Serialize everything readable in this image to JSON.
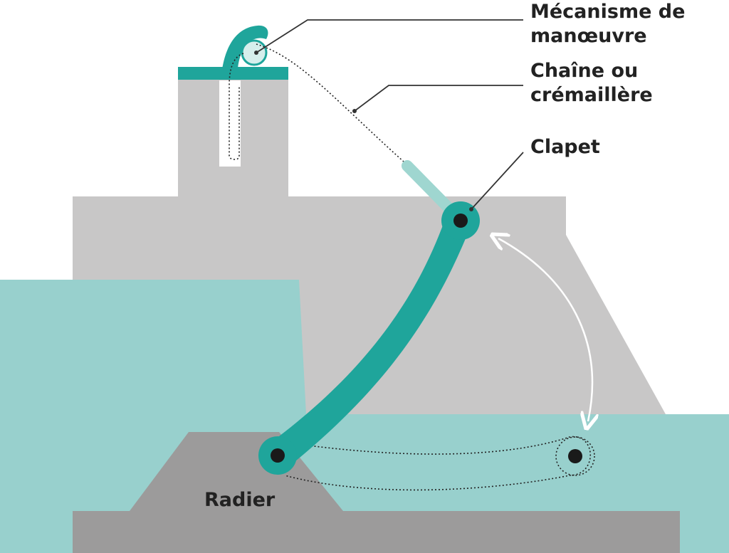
{
  "labels": {
    "mecanisme": [
      "Mécanisme de",
      "manœuvre"
    ],
    "chaine": [
      "Chaîne ou",
      "crémaillère"
    ],
    "clapet": "Clapet",
    "radier": "Radier"
  },
  "colors": {
    "background": "#ffffff",
    "structure": "#c8c7c7",
    "water": "#98d0cd",
    "gate": "#1fa59b",
    "gate_dark": "#0d7a72",
    "gate_light_rod": "#9fd6d0",
    "foundation": "#9c9b9b",
    "pivot": "#1a1a1a",
    "leader": "#333333",
    "arrow": "#ffffff",
    "text": "#222222"
  },
  "icons": {
    "gate_motion": "double-headed-curved-arrow-icon",
    "pivot": "pivot-circle-icon",
    "operating_mechanism": "winch-pulley-icon"
  }
}
